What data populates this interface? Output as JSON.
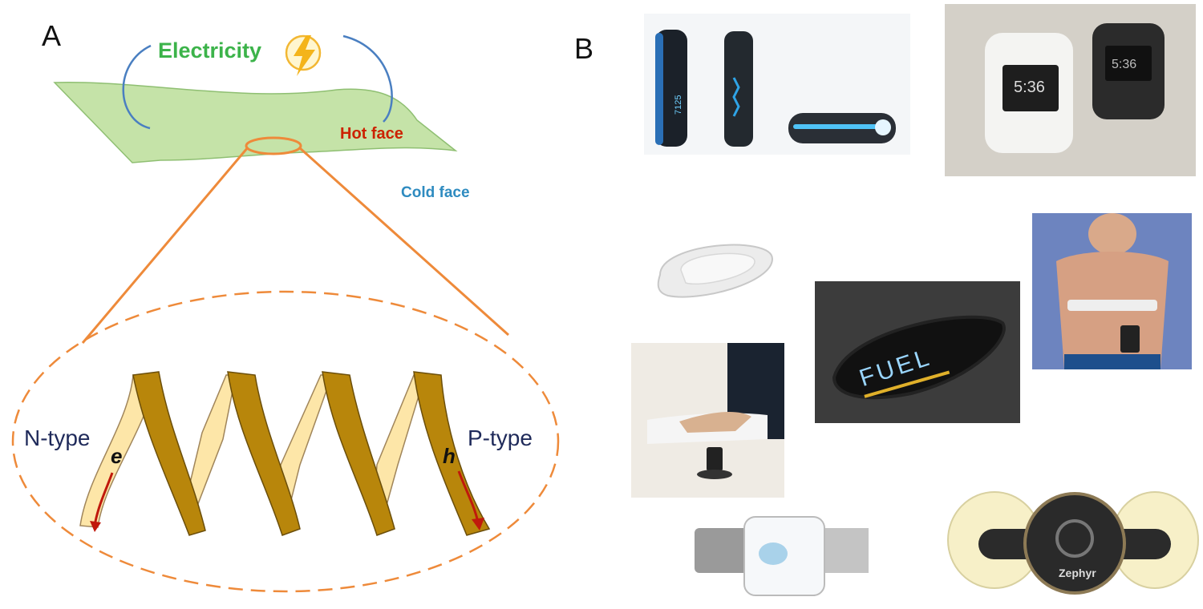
{
  "panel_a": {
    "letter": "A",
    "electricity_label": "Electricity",
    "hot_face_label": "Hot face",
    "cold_face_label": "Cold face",
    "n_type_label": "N-type",
    "p_type_label": "P-type",
    "electron_symbol": "e",
    "hole_symbol": "h",
    "colors": {
      "sheet": "#c5e3a8",
      "electricity": "#3cb34a",
      "hot": "#cc2200",
      "cold": "#2e8bc0",
      "zoom": "#ee8a3a",
      "n_leg": "#fde6a8",
      "p_leg": "#b8860b",
      "arrow": "#c0190c",
      "labels": "#1f2a5a"
    }
  },
  "panel_b": {
    "letter": "B",
    "fuel_text": "FUEL",
    "watch_time_1": "5:36",
    "watch_time_2": "5:36",
    "clip_readout": "7125",
    "zephyr_label": "Zephyr",
    "devices": [
      "fitness-clip-trackers",
      "smart-watches",
      "adhesive-patch-sensor",
      "chest-strap-monitor",
      "led-fuel-band",
      "desk-dock-device",
      "wrist-band-sensor",
      "zephyr-ecg-patch"
    ]
  }
}
